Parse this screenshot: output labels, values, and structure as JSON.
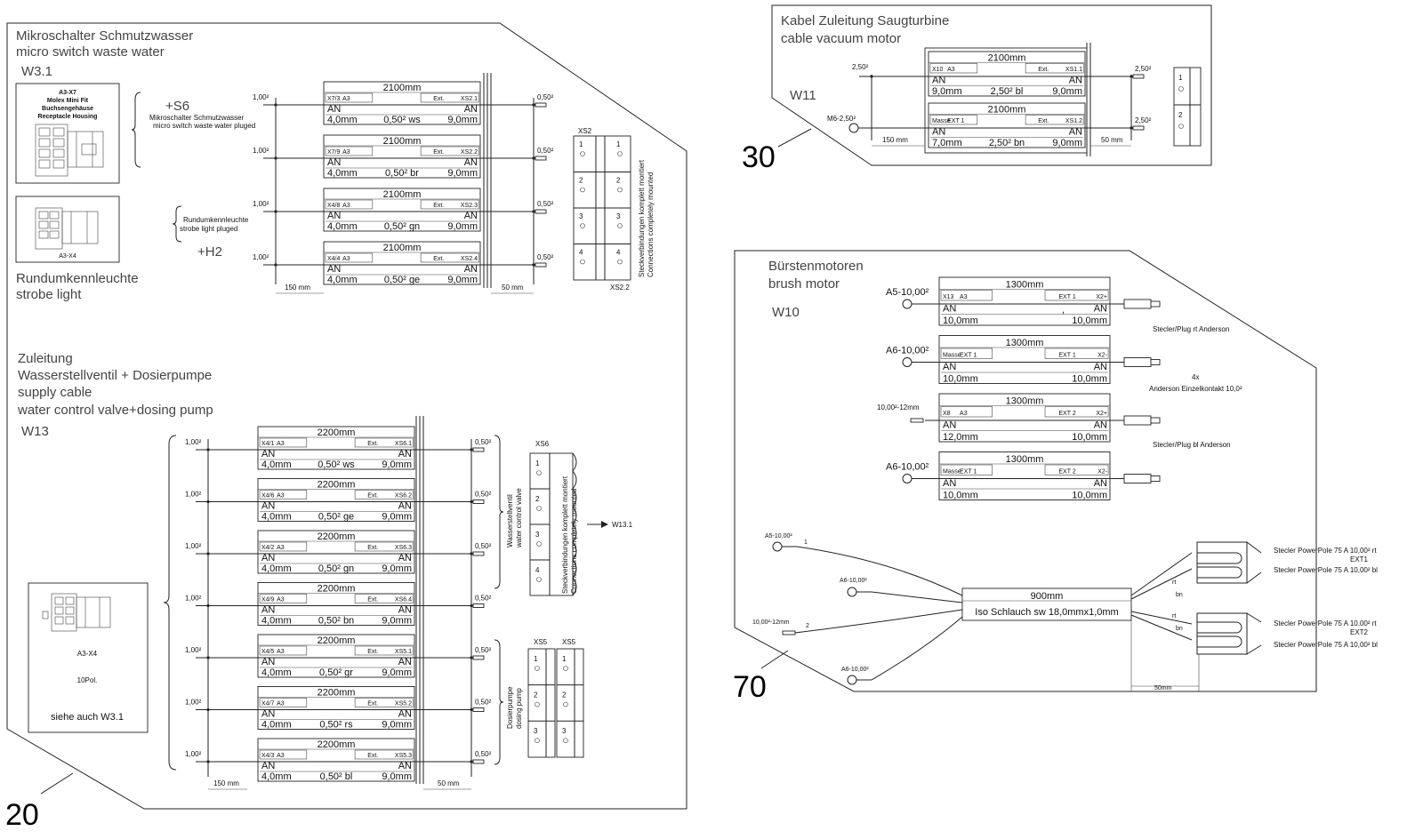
{
  "w31": {
    "number": "20",
    "title": [
      "Mikroschalter Schmutzwasser",
      "micro switch waste water"
    ],
    "code": "W3.1",
    "connector_label": [
      "A3-X7",
      "Molex Mini Fit",
      "Buchsengehäuse",
      "Receptacle Housing"
    ],
    "s6_ref": "+S6",
    "s6_desc": [
      "Mikroschalter Schmutzwasser",
      "micro switch waste water pluged"
    ],
    "h2_desc": [
      "Rundumkennleuchte",
      "strobe light pluged"
    ],
    "h2_ref": "+H2",
    "a3x4": "A3-X4",
    "strobe_title": [
      "Rundumkennleuchte",
      "strobe light"
    ],
    "length": "2100mm",
    "left_len": "150 mm",
    "right_len": "50 mm",
    "cs_in": "1,00²",
    "cs_out": "0,50²",
    "rows": [
      {
        "src": "X7/3",
        "a": "A3",
        "ext": "Ext.",
        "dst": "XS2.1",
        "an": "AN",
        "l": "4,0mm",
        "spec": "0,50² ws",
        "r": "9,0mm"
      },
      {
        "src": "X7/9",
        "a": "A3",
        "ext": "Ext.",
        "dst": "XS2.2",
        "an": "AN",
        "l": "4,0mm",
        "spec": "0,50² br",
        "r": "9,0mm"
      },
      {
        "src": "X4/8",
        "a": "A3",
        "ext": "Ext.",
        "dst": "XS2.3",
        "an": "AN",
        "l": "4,0mm",
        "spec": "0,50² gn",
        "r": "9,0mm"
      },
      {
        "src": "X4/4",
        "a": "A3",
        "ext": "Ext.",
        "dst": "XS2.4",
        "an": "AN",
        "l": "4,0mm",
        "spec": "0,50² ge",
        "r": "9,0mm"
      }
    ],
    "xs2": "XS2",
    "xs22": "XS2.2",
    "pins": [
      "1",
      "2",
      "3",
      "4"
    ],
    "note": [
      "Steckverbindungen komplett montiert",
      "Connections completely mounted"
    ]
  },
  "w13": {
    "title": [
      "Zuleitung",
      "Wasserstellventil + Dosierpumpe",
      "supply cable",
      "water control valve+dosing pump"
    ],
    "code": "W13",
    "length": "2200mm",
    "left_len": "150 mm",
    "right_len": "50 mm",
    "cs_in": "1,00²",
    "cs_out": "0,50²",
    "rows": [
      {
        "src": "X4/1",
        "a": "A3",
        "ext": "Ext.",
        "dst": "XS6.1",
        "an": "AN",
        "l": "4,0mm",
        "spec": "0,50² ws",
        "r": "9,0mm"
      },
      {
        "src": "X4/6",
        "a": "A3",
        "ext": "Ext.",
        "dst": "XS6.2",
        "an": "AN",
        "l": "4,0mm",
        "spec": "0,50² ge",
        "r": "9,0mm"
      },
      {
        "src": "X4/2",
        "a": "A3",
        "ext": "Ext.",
        "dst": "XS6.3",
        "an": "AN",
        "l": "4,0mm",
        "spec": "0,50² gn",
        "r": "9,0mm"
      },
      {
        "src": "X4/9",
        "a": "A3",
        "ext": "Ext.",
        "dst": "XS6.4",
        "an": "AN",
        "l": "4,0mm",
        "spec": "0,50² bn",
        "r": "9,0mm"
      },
      {
        "src": "X4/5",
        "a": "A3",
        "ext": "Ext.",
        "dst": "XS5.1",
        "an": "AN",
        "l": "4,0mm",
        "spec": "0,50² gr",
        "r": "9,0mm"
      },
      {
        "src": "X4/7",
        "a": "A3",
        "ext": "Ext.",
        "dst": "XS5.2",
        "an": "AN",
        "l": "4,0mm",
        "spec": "0,50² rs",
        "r": "9,0mm"
      },
      {
        "src": "X4/3",
        "a": "A3",
        "ext": "Ext.",
        "dst": "XS5.3",
        "an": "AN",
        "l": "4,0mm",
        "spec": "0,50² bl",
        "r": "9,0mm"
      }
    ],
    "xs6": "XS6",
    "xs5": "XS5",
    "valve_label": [
      "Wasserstellventil",
      "water control valve"
    ],
    "pump_label": [
      "Dosierpumpe",
      "dosing pump"
    ],
    "note": [
      "Steckverbindungen komplett montiert",
      "Connections completely mounted"
    ],
    "ref": "W13.1",
    "a3x4": "A3-X4",
    "poles": "10Pol.",
    "see": "siehe auch W3.1",
    "pins6": [
      "1",
      "2",
      "3",
      "4"
    ],
    "pins5": [
      "1",
      "2",
      "3"
    ]
  },
  "w11": {
    "number": "30",
    "title": [
      "Kabel Zuleitung Saugturbine",
      "cable vacuum motor"
    ],
    "code": "W11",
    "length": "2100mm",
    "left_len": "150 mm",
    "right_len": "50 mm",
    "rows": [
      {
        "src": "X10",
        "a": "A3",
        "ext": "Ext.",
        "dst": "XS1.1",
        "an": "AN",
        "l": "9,0mm",
        "spec": "2,50² bl",
        "r": "9,0mm",
        "in": "2,50²",
        "out": "2,50²"
      },
      {
        "src": "Masse",
        "a": "EXT 1",
        "ext": "Ext.",
        "dst": "XS1.2",
        "an": "AN",
        "l": "7,0mm",
        "spec": "2,50² bn",
        "r": "9,0mm",
        "in": "M6-2,50²",
        "out": "2,50²"
      }
    ],
    "pins": [
      "1",
      "2"
    ]
  },
  "w10": {
    "number": "70",
    "title": [
      "Bürstenmotoren",
      "brush motor"
    ],
    "code": "W10",
    "length": "1300mm",
    "rows": [
      {
        "in": "A5-10,00²",
        "src": "X13",
        "a": "A3",
        "ext": "EXT 1",
        "dst": "X2+",
        "an": "AN",
        "l": "10,0mm",
        "r": "10,0mm"
      },
      {
        "in": "A6-10,00²",
        "src": "Masse",
        "a": "EXT 1",
        "ext": "EXT 1",
        "dst": "X2-",
        "an": "AN",
        "l": "10,0mm",
        "r": "10,0mm"
      },
      {
        "in": "10,00²-12mm",
        "src": "X8",
        "a": "A3",
        "ext": "EXT 2",
        "dst": "X2+",
        "an": "AN",
        "l": "12,0mm",
        "r": "10,0mm"
      },
      {
        "in": "A6-10,00²",
        "src": "Masse",
        "a": "EXT 1",
        "ext": "EXT 2",
        "dst": "X2-",
        "an": "AN",
        "l": "10,0mm",
        "r": "10,0mm"
      }
    ],
    "comma": ",",
    "plug_rt": "Stecler/Plug rt Anderson",
    "qty": "4x",
    "contact": "Anderson Einzelkontakt 10,0²",
    "plug_bl": "Stecler/Plug bl Anderson",
    "hose_len": "900mm",
    "hose": "Iso Schlauch sw 18,0mmx1,0mm",
    "w_a5": "A5-10,00²",
    "w_1": "1",
    "w_a6a": "A6-10,00²",
    "w_12": "10,00²-12mm",
    "w_2": "2",
    "w_a6b": "A6-10,00²",
    "rt": "rt",
    "bn": "bn",
    "pp_rt": "Stecler PowerPole 75 A 10,00² rt",
    "pp_bl": "Stecler PowerPole 75 A 10,00² bl",
    "ext1": "EXT1",
    "ext2": "EXT2",
    "len50": "50mm"
  }
}
